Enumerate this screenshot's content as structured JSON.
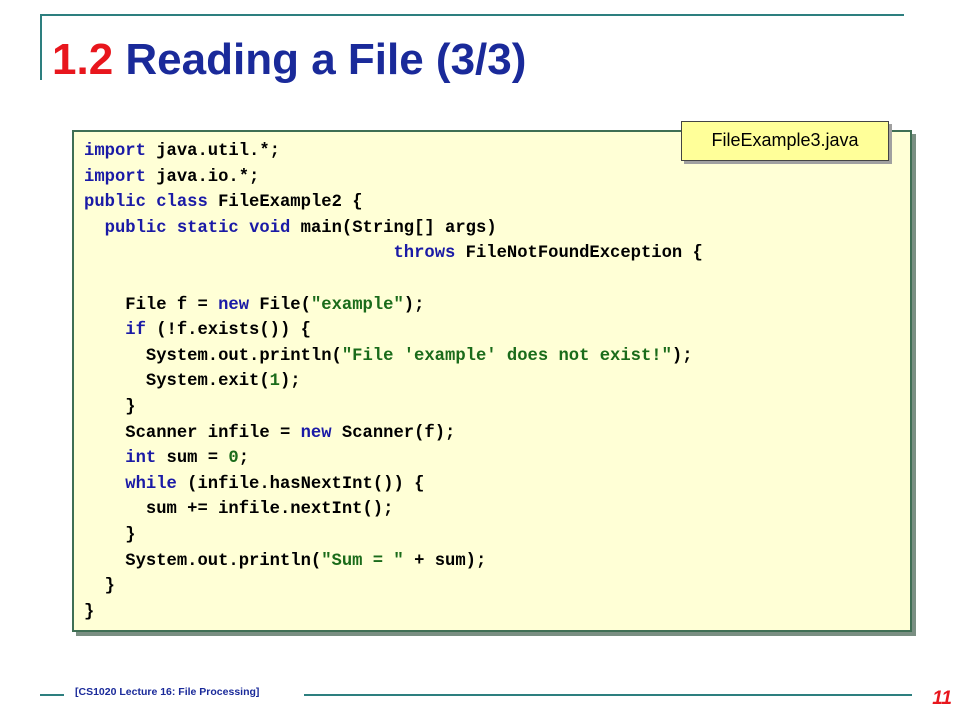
{
  "slide": {
    "title_number": "1.2",
    "title_text": "Reading a File (3/3)",
    "file_label": "FileExample3.java",
    "footer": "[CS1020 Lecture 16: File Processing]",
    "page_number": "11"
  },
  "code": {
    "lines": [
      [
        {
          "t": "import",
          "c": "kw"
        },
        {
          "t": " java.util.*;"
        }
      ],
      [
        {
          "t": "import",
          "c": "kw"
        },
        {
          "t": " java.io.*;"
        }
      ],
      [
        {
          "t": "public",
          "c": "kw"
        },
        {
          "t": " "
        },
        {
          "t": "class",
          "c": "kw"
        },
        {
          "t": " FileExample2 {"
        }
      ],
      [
        {
          "t": "  "
        },
        {
          "t": "public",
          "c": "kw"
        },
        {
          "t": " "
        },
        {
          "t": "static",
          "c": "kw"
        },
        {
          "t": " "
        },
        {
          "t": "void",
          "c": "kw"
        },
        {
          "t": " main(String[] args)"
        }
      ],
      [
        {
          "t": "                              "
        },
        {
          "t": "throws",
          "c": "kw"
        },
        {
          "t": " FileNotFoundException {"
        }
      ],
      [
        {
          "t": ""
        }
      ],
      [
        {
          "t": "    File f = "
        },
        {
          "t": "new",
          "c": "kw"
        },
        {
          "t": " File("
        },
        {
          "t": "\"example\"",
          "c": "str"
        },
        {
          "t": ");"
        }
      ],
      [
        {
          "t": "    "
        },
        {
          "t": "if",
          "c": "kw"
        },
        {
          "t": " (!f.exists()) {"
        }
      ],
      [
        {
          "t": "      System.out.println("
        },
        {
          "t": "\"File 'example' does not exist!\"",
          "c": "str"
        },
        {
          "t": ");"
        }
      ],
      [
        {
          "t": "      System.exit("
        },
        {
          "t": "1",
          "c": "num"
        },
        {
          "t": ");"
        }
      ],
      [
        {
          "t": "    }"
        }
      ],
      [
        {
          "t": "    Scanner infile = "
        },
        {
          "t": "new",
          "c": "kw"
        },
        {
          "t": " Scanner(f);"
        }
      ],
      [
        {
          "t": "    "
        },
        {
          "t": "int",
          "c": "kw"
        },
        {
          "t": " sum = "
        },
        {
          "t": "0",
          "c": "num"
        },
        {
          "t": ";"
        }
      ],
      [
        {
          "t": "    "
        },
        {
          "t": "while",
          "c": "kw"
        },
        {
          "t": " (infile.hasNextInt()) {"
        }
      ],
      [
        {
          "t": "      sum += infile.nextInt();"
        }
      ],
      [
        {
          "t": "    }"
        }
      ],
      [
        {
          "t": "    System.out.println("
        },
        {
          "t": "\"Sum = \"",
          "c": "str"
        },
        {
          "t": " + sum);"
        }
      ],
      [
        {
          "t": "  }"
        }
      ],
      [
        {
          "t": "}"
        }
      ]
    ]
  }
}
